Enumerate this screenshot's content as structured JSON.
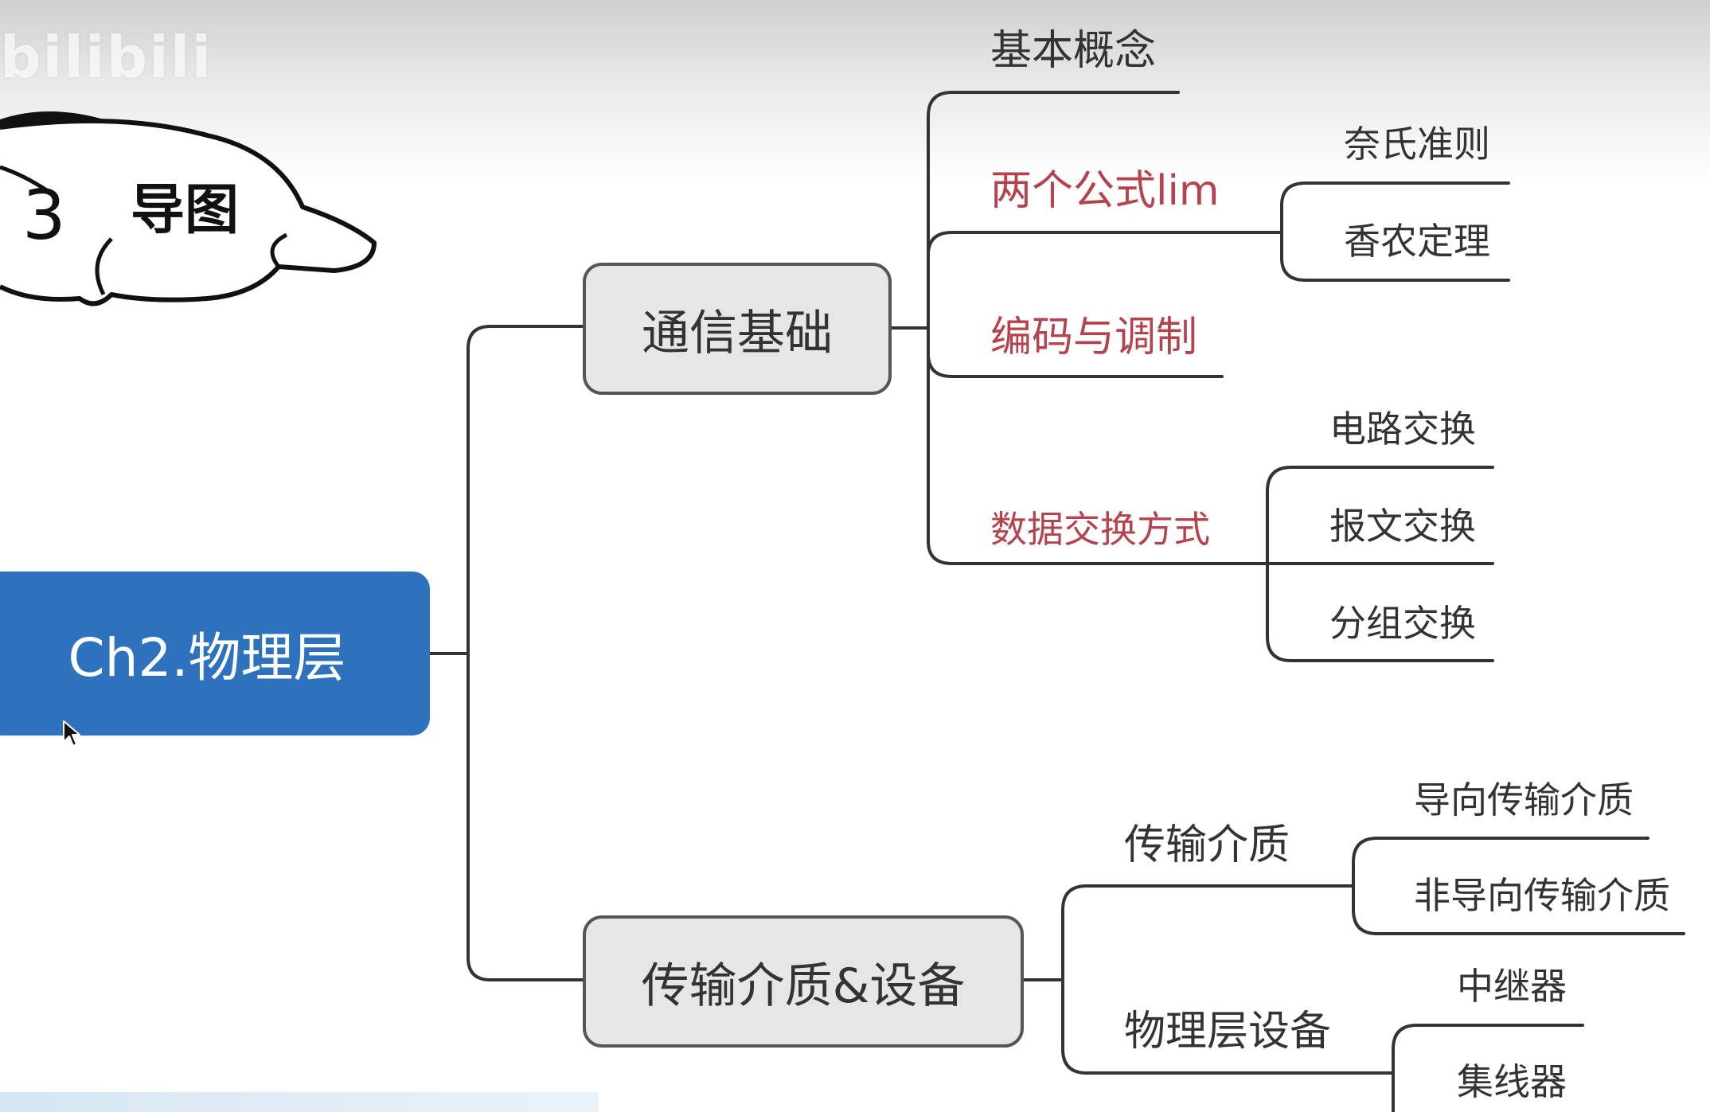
{
  "watermark": "bilibili",
  "sticker": {
    "label": "导图"
  },
  "root": {
    "label": "Ch2.物理层"
  },
  "branches": {
    "tongxin": {
      "label": "通信基础",
      "children": {
        "gainian": "基本概念",
        "gongshi": "两个公式lim",
        "naishi": "奈氏准则",
        "xiangnong": "香农定理",
        "bianma": "编码与调制",
        "shuju": "数据交换方式",
        "dianlu": "电路交换",
        "baowen": "报文交换",
        "fenzu": "分组交换"
      }
    },
    "chuanshu": {
      "label": "传输介质&设备",
      "children": {
        "jiezhi": "传输介质",
        "daoxiang": "导向传输介质",
        "feidaoxiang": "非导向传输介质",
        "shebei": "物理层设备",
        "zhongji": "中继器",
        "jixian": "集线器"
      }
    }
  },
  "colors": {
    "root_bg": "#2e72bd",
    "node_bg": "#e6e6e6",
    "highlight_text": "#b5434e",
    "line": "#333333"
  }
}
